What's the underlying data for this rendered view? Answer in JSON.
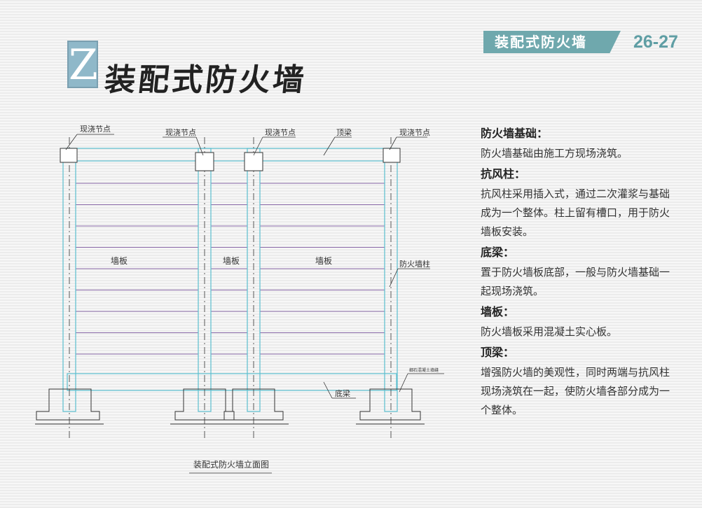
{
  "header": {
    "tab_label": "装配式防火墙",
    "page_range": "26-27"
  },
  "title": {
    "badge_letter": "Z",
    "text": "装配式防火墙"
  },
  "drawing": {
    "labels": {
      "cast_node_1": "现浇节点",
      "cast_node_2": "现浇节点",
      "cast_node_3": "现浇节点",
      "cast_node_4": "现浇节点",
      "top_beam": "顶梁",
      "wall_panel_1": "墙板",
      "wall_panel_2": "墙板",
      "wall_panel_3": "墙板",
      "firewall_column": "防火墙柱",
      "bottom_beam": "底梁",
      "foundation_note": "细石混凝土填缝",
      "caption": "装配式防火墙立面图"
    },
    "colors": {
      "outline": "#5bbfcf",
      "panel_line": "#8a6aa8",
      "struct": "#333333"
    }
  },
  "sections": [
    {
      "heading": "防火墙基础：",
      "body": "防火墙基础由施工方现场浇筑。"
    },
    {
      "heading": "抗风柱：",
      "body": "抗风柱采用插入式，通过二次灌浆与基础成为一个整体。柱上留有槽口，用于防火墙板安装。"
    },
    {
      "heading": "底梁：",
      "body": "置于防火墙板底部，一般与防火墙基础一起现场浇筑。"
    },
    {
      "heading": "墙板：",
      "body": "防火墙板采用混凝土实心板。"
    },
    {
      "heading": "顶梁：",
      "body": "增强防火墙的美观性，同时两端与抗风柱现场浇筑在一起，使防火墙各部分成为一个整体。"
    }
  ]
}
